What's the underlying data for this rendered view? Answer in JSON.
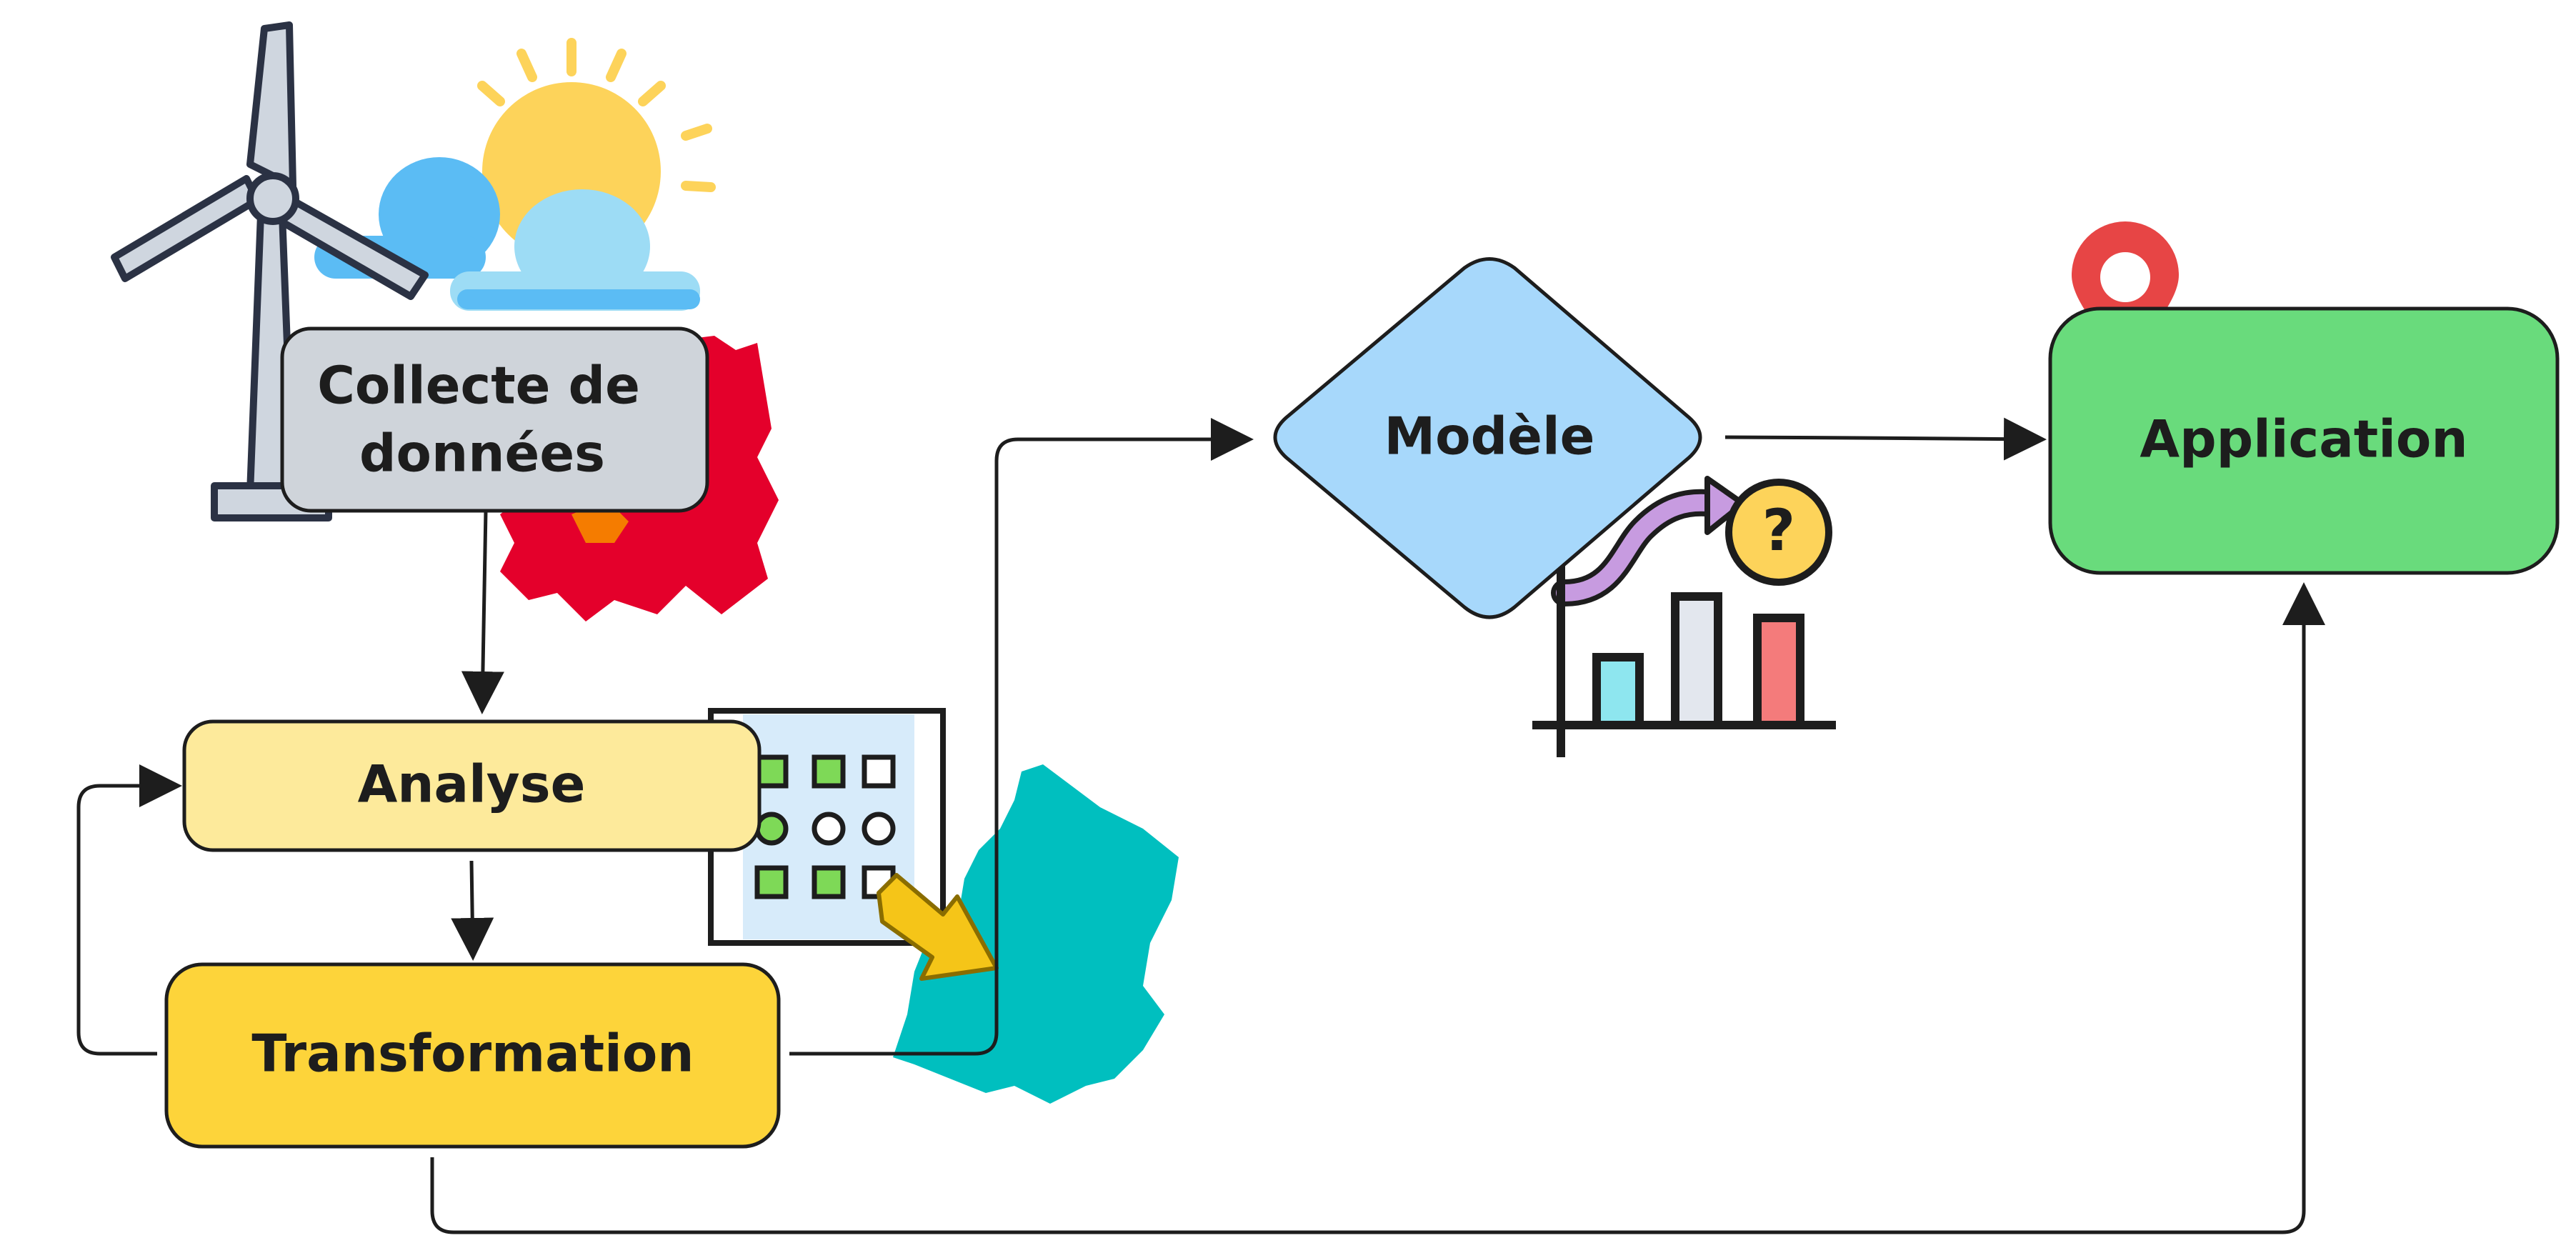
{
  "nodes": {
    "collecte": {
      "line1": "Collecte de",
      "line2": "données",
      "fill": "#cfd4da"
    },
    "analyse": {
      "label": "Analyse",
      "fill": "#fdea9b"
    },
    "transformation": {
      "label": "Transformation",
      "fill": "#fdd43a"
    },
    "modele": {
      "label": "Modèle",
      "fill": "#a7d8fb"
    },
    "application": {
      "label": "Application",
      "fill": "#69db7c"
    }
  },
  "illustrations": {
    "wind_turbine": "wind-turbine-icon",
    "sun_cloud": "sun-cloud-icon",
    "heatmap_region": "red-region-map-icon",
    "checklist": "checklist-grid-icon",
    "france_map": "france-map-icon",
    "arrow_pointer": "yellow-arrow-icon",
    "growth_chart": "growth-chart-icon",
    "location_pin": "location-pin-icon"
  },
  "colors": {
    "stroke": "#1d1d1d",
    "france": "#00bfbf",
    "red_region": "#e4002b",
    "pin": "#e74545",
    "sun": "#fdd35a",
    "cloud": "#9ddcf5"
  }
}
